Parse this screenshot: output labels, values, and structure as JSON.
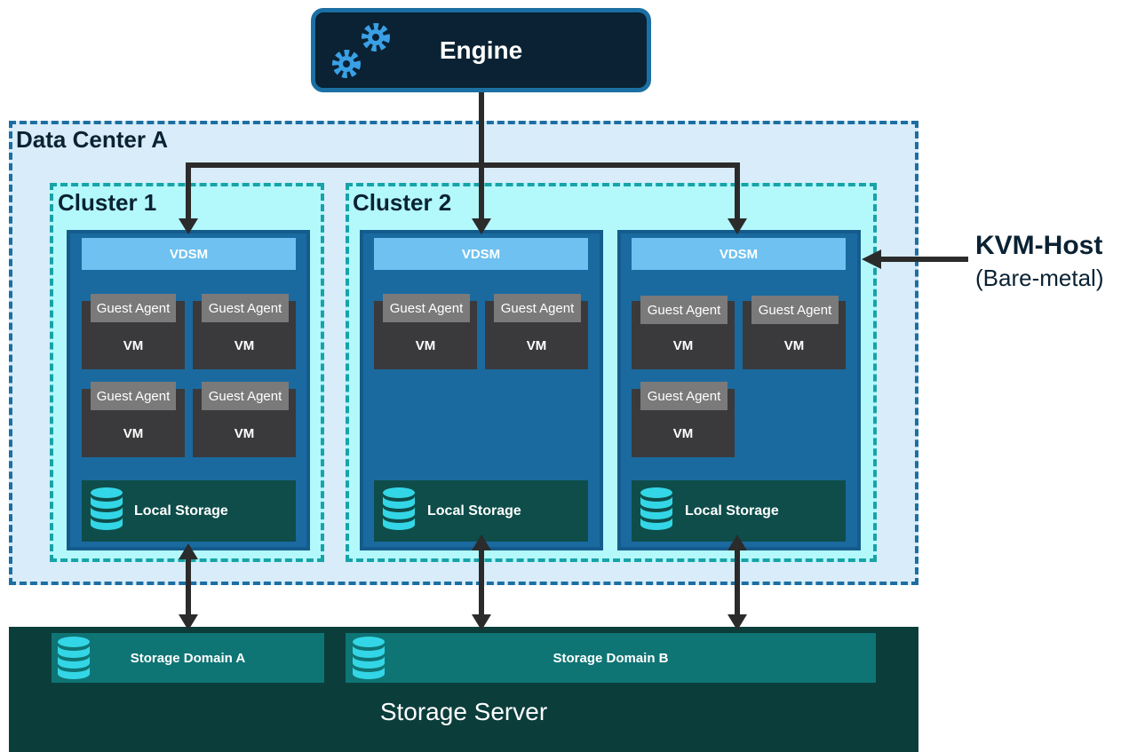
{
  "engine": {
    "label": "Engine",
    "icon": "gears-icon"
  },
  "data_center": {
    "label": "Data Center A"
  },
  "clusters": [
    {
      "label": "Cluster 1"
    },
    {
      "label": "Cluster 2"
    }
  ],
  "host": {
    "vdsm_label": "VDSM",
    "guest_agent_label": "Guest Agent",
    "vm_label": "VM",
    "local_storage_label": "Local Storage"
  },
  "kvm_host": {
    "title": "KVM-Host",
    "subtitle": "(Bare-metal)"
  },
  "storage": {
    "server_label": "Storage Server",
    "domains": [
      {
        "label": "Storage Domain A"
      },
      {
        "label": "Storage Domain B"
      }
    ]
  },
  "colors": {
    "engine_bg": "#0a2233",
    "engine_border": "#1c6fa3",
    "data_center_bg": "#d8ecf9",
    "cluster_bg": "#b3f8fb",
    "host_bg": "#1a6aa0",
    "vdsm_bg": "#6ec1f0",
    "vm_bg": "#3a3a3c",
    "local_storage_bg": "#0e4d4a",
    "storage_server_bg": "#0b3d3b",
    "storage_domain_bg": "#0f7474",
    "database_icon": "#33d6e6"
  }
}
